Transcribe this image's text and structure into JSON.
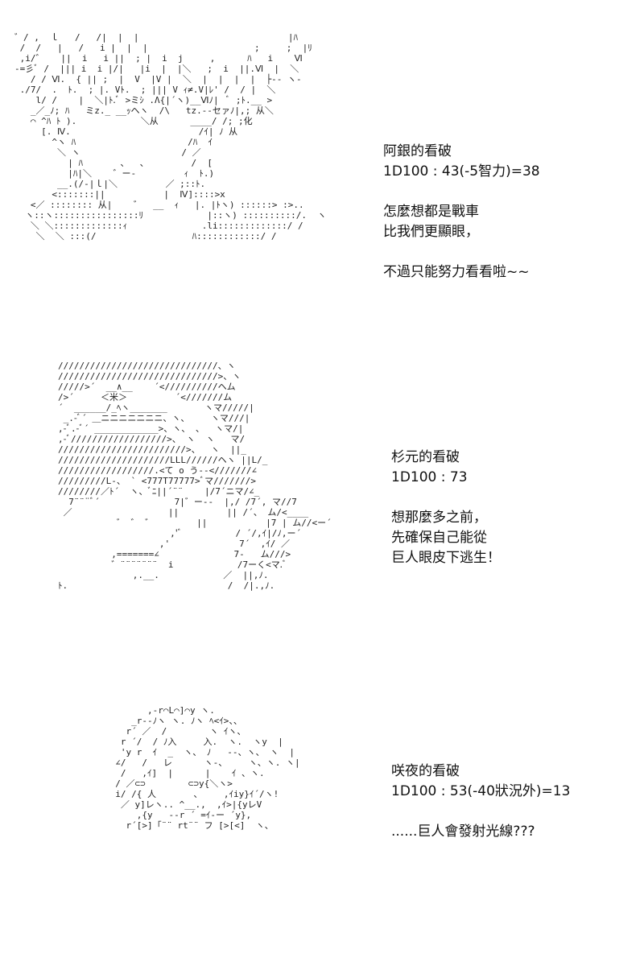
{
  "ascii_art": {
    "art1": "゛/ ,  ｌ   /   /|  |  |                            |ﾊ\n /  /   |   /   i |  |  |                    ;     ;  |ﾘ\n ,i/゛   ||  i   i ||  ; |  i  j     ,      ﾊ   i    Ⅵ\n-=彡ﾞ /  ||| i  i |/|   |i  |  |＼   ;  i  ||.Ⅵ  |  ＼\n   / / Ⅵ.  { || ;  |  V  |V |  ＼  |  |  |  |  ├-- ヽ‐\n ./7/  .  ﾄ.  ; |. Vﾄ.  ; ||| V ｨ≠.V|ﾚ' /  / |  ＼\n    l/ /    |  ＼|ﾄ.ﾞ >ミｼ .Λ{|´ヽ)__Ⅵﾉ|  ﾞ ;ﾄ.__ >\n   _／_ﾉ; ﾊ   ミz._ __ｯヘヽ  /\\   tz.--セァﾉ|,; 从＼\n   ⌒ ^ﾊ ﾄ ).            ＼从      ____/ /; ;化\n     [. Ⅳ.                        /ｲ| ﾉ 从\n       ^ヽ ﾊ                     /ﾊ  ｲ\n        ＼ ヽ                   / ／\n          | ﾊ       、  、        /  [\n          |ﾊ|＼    ゛ー-         ｨ  ﾄ.)\n        __.(/-|ｌ|＼         ／ ;::ﾄ.\n       <:::::::||           |  Ⅳ]::::>x\n   <／ :::::::: 从|    ゛  __  ｨ   |. |ﾄヽ) ::::::> :>..\n  ヽ::ヽ::::::::::::::::ﾘ            |::ヽ) ::::::::::/.  ヽ\n   ＼ ＼:::::::::::::ｨ              .li:::::::::::::/ /\n    ＼  ＼ :::(/                  ﾊ::::::::::::/ /",
    "art2": "//////////////////////////////、ヽ\n//////////////////////////////>、ヽ\n/////>´  __∧__    ´<//////////ヘム\n/>´     ＜米＞         ´<///////ム\n´  ______/_ﾍヽ_______       ヽマ/////|\n _.-ﾞ´ ＿ニニニニニニニ、ヽ、    ヽマ///|\n,-ﾞ.-ﾞ´ ____________>、ヽ、 、  ヽマ/|\n,-ﾞ//////////////////>、 ヽ  ヽ   マ/\n////////////////////////>、  ヽ  ||_\n/////////////////////LLL//////ヘヽ ||L/_\n//////////////////.<て o う--<///////∠\n/////////L-、 ` <777T77777>ﾞマ///////>\n////////／ﾄ´  ヽ、ﾞﾆ||´¨¨    |/7´ニマ/∠_\n  7¨¨¨ﾞ´              7|゛ー--  |,/ /7´, マ//7\n ／                  ||         || /´、 ム/<____\n           ゛ ゛ ゛        ||           |7 | ム//<ー´\n                     ,'ﾞ          / ´/,ｲ|/ﾉ,ー´\n                   ,'             7´  ,ｲ/ ／\n          ,=======∠              7-   ム///>\n          ゛¨¨¨¨¨¨¨  i            /7ーく<マ.ﾞ\n              ,.__.            ／  ||,ﾉ.\nﾄ.                              /  /|.,ﾉ.",
    "art3": "        ,-r⌒L⌒]⌒y ヽ.\n     _r--ﾉヽ ヽ. ﾉヽ ﾍ<ｲ>、、\n    r´ ／  /        ヽ ｲヽ、\n   r ´/  / ﾉ入     入.  ヽ.  ヽy  |\n   'y r  ｲ  _  ヽ、 ﾉ   --、ヽ、 ヽ  |\n  ∠/   /   レ      ヽ-、    ヽ、ヽ. ヽ|\n   /   ,ｲ]  |      |    ｲ 、ヽ.\n  / ／⊂⊃        ⊂⊃y{＼ヽ>\n  i/ /{ 人       、    ,ｲiy}ｲ´/ヽ!\n   ／ y]レヽ.. ^__.,  ,ｲ>|{yレV\n      ,{y   --r ´ =ｲ-ー ´y},\n    r´[>]「¨¨ rt¨¨ フ [>[<]  ヽ、"
  },
  "panels": [
    {
      "lines": [
        "阿銀的看破",
        "1D100 : 43(-5智力)=38",
        "",
        "怎麼想都是戰車",
        "比我們更顯眼，",
        "",
        "不過只能努力看看啦~~"
      ]
    },
    {
      "lines": [
        "杉元的看破",
        "1D100 : 73",
        "",
        "想那麼多之前，",
        "先確保自己能從",
        "巨人眼皮下逃生！"
      ]
    },
    {
      "lines": [
        "咲夜的看破",
        "1D100 : 53(-40狀況外)=13",
        "",
        "......巨人會發射光線???"
      ]
    }
  ]
}
